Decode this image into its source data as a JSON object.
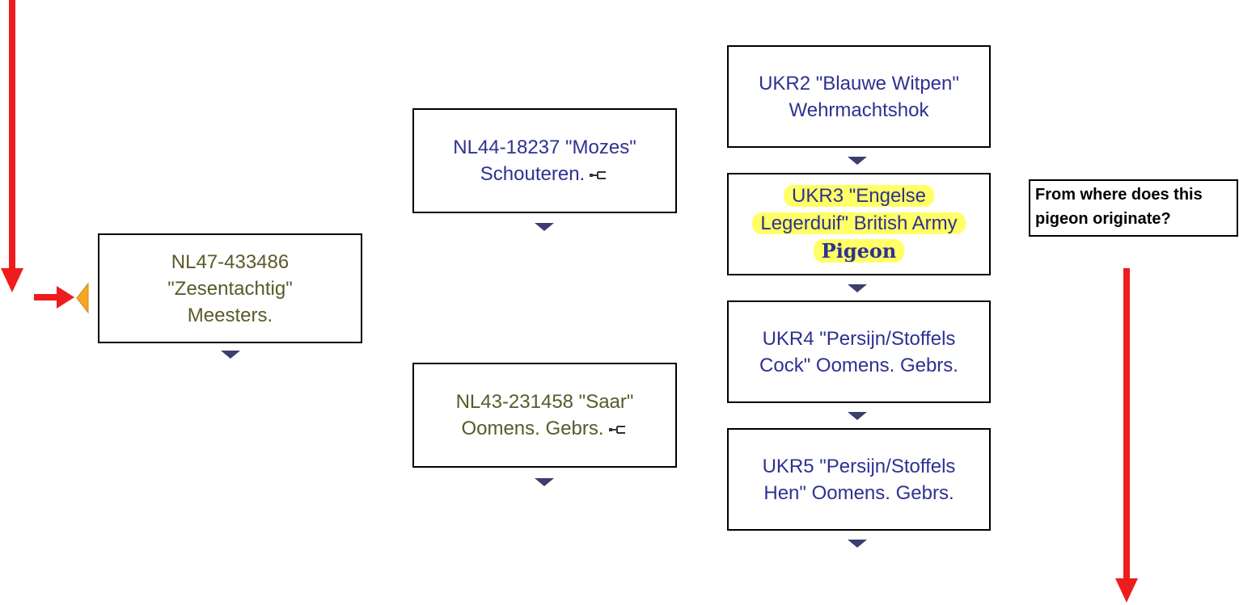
{
  "subject": {
    "line1": "NL47-433486",
    "line2": "\"Zesentachtig\"",
    "line3": "Meesters."
  },
  "parents": [
    {
      "line1": "NL44-18237 \"Mozes\"",
      "line2": "Schouteren.",
      "sex": "male",
      "expand_icon": "tree-expand-icon"
    },
    {
      "line1": "NL43-231458 \"Saar\"",
      "line2": "Oomens. Gebrs.",
      "sex": "female",
      "expand_icon": "tree-expand-icon"
    }
  ],
  "grandparents": [
    {
      "line1": "UKR2 \"Blauwe Witpen\"",
      "line2": "Wehrmachtshok"
    },
    {
      "line1": "UKR3 \"Engelse",
      "line2": "Legerduif\" British Army",
      "line3": "Pigeon",
      "highlighted": true
    },
    {
      "line1": "UKR4 \"Persijn/Stoffels",
      "line2": "Cock\" Oomens. Gebrs."
    },
    {
      "line1": "UKR5 \"Persijn/Stoffels",
      "line2": "Hen\" Oomens. Gebrs."
    }
  ],
  "question": "From where does this pigeon originate?",
  "colors": {
    "male_text": "#2e3192",
    "female_text": "#5a5a2a",
    "highlight": "#ffff66",
    "annotation_arrow": "#ee1c1c",
    "nav_arrow": "#f5a623",
    "expand_triangle": "#3b3f6e"
  }
}
